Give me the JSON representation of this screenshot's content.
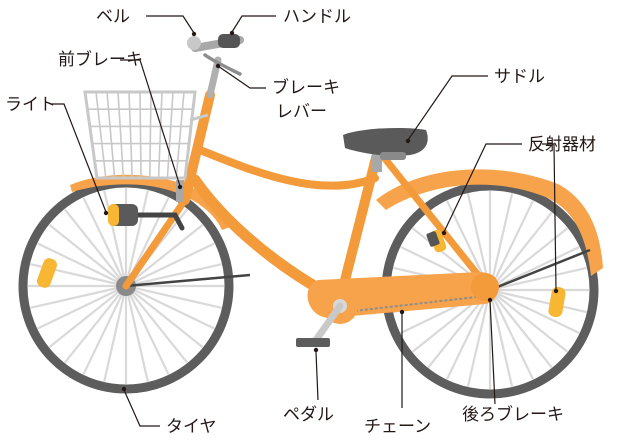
{
  "labels": {
    "bell": "ベル",
    "handle": "ハンドル",
    "front_brake": "前ブレーキ",
    "brake_lever_line1": "ブレーキ",
    "brake_lever_line2": "レバー",
    "light": "ライト",
    "saddle": "サドル",
    "reflector": "反射器材",
    "tire": "タイヤ",
    "pedal": "ペダル",
    "chain": "チェーン",
    "rear_brake": "後ろブレーキ"
  },
  "colors": {
    "frame": "#f39a3a",
    "fender": "#f7a34b",
    "reflector": "#f7b733",
    "tire": "#5d5d5d",
    "spoke": "#d9d9d9",
    "saddle": "#5a5a5a",
    "metal": "#a8a8a8",
    "basket": "#c8c8c8",
    "text": "#231815"
  },
  "icons": {
    "bell": "bell-icon",
    "light": "headlight-icon"
  }
}
